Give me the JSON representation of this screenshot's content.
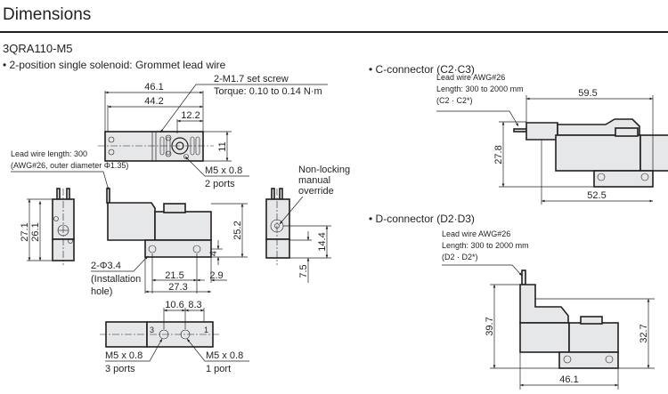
{
  "header": {
    "title": "Dimensions",
    "model": "3QRA110-M5"
  },
  "grommet": {
    "subtitle": "• 2-position single solenoid: Grommet lead wire",
    "top_view": {
      "dims": {
        "overall": "46.1",
        "body": "44.2",
        "port_offset": "12.2",
        "height": "11"
      },
      "set_screw_note": [
        "2-M1.7 set screw",
        "Torque: 0.10 to 0.14 N·m"
      ],
      "port_note": [
        "M5 x 0.8",
        "2 ports"
      ]
    },
    "left_view": {
      "lead_note": [
        "Lead wire length: 300",
        "(AWG#26, outer diameter Φ1.35)"
      ],
      "dims": {
        "outer": "27.1",
        "inner": "26.1"
      }
    },
    "front_view": {
      "dims": {
        "height": "25.2",
        "hole_height": "4",
        "hole_pitch": "21.5",
        "base": "27.3",
        "edge": "2.9"
      },
      "hole_note": [
        "2-Φ3.4",
        "(Installation",
        "hole)"
      ]
    },
    "right_view": {
      "override_note": [
        "Non-locking",
        "manual",
        "override"
      ],
      "dims": {
        "override_height": "14.4",
        "base_height": "7.5"
      }
    },
    "bottom_view": {
      "dims": {
        "pitch_a": "10.6",
        "pitch_b": "8.3"
      },
      "port_labels": [
        "3",
        "1"
      ],
      "note_3": [
        "M5 x 0.8",
        "3 ports"
      ],
      "note_1": [
        "M5 x 0.8",
        "1 port"
      ]
    }
  },
  "c_connector": {
    "subtitle": "• C-connector (C2·C3)",
    "note": [
      "Lead wire AWG#26",
      "Length: 300 to 2000 mm",
      "(C2 · C2*)"
    ],
    "dims": {
      "width": "59.5",
      "height": "27.8",
      "base": "52.5"
    }
  },
  "d_connector": {
    "subtitle": "• D-connector (D2·D3)",
    "note": [
      "Lead wire AWG#26",
      "Length: 300 to 2000 mm",
      "(D2 · D2*)"
    ],
    "dims": {
      "height": "39.7",
      "body_height": "32.7",
      "width": "46.1"
    }
  }
}
